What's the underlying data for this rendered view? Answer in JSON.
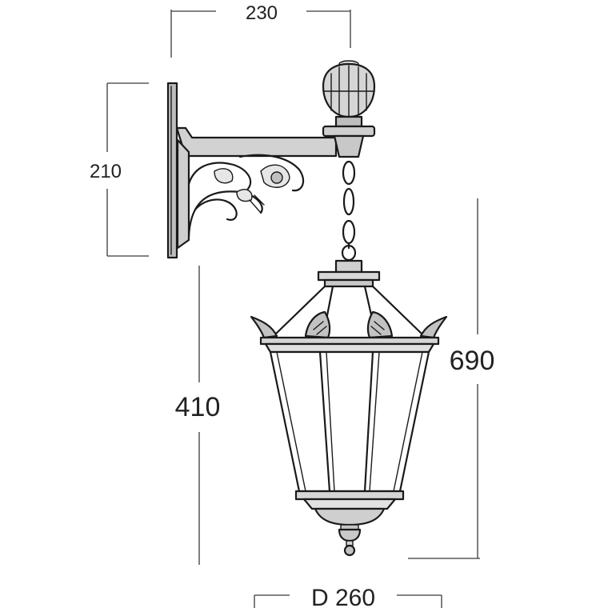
{
  "dimensions": {
    "bracket_width": "230",
    "bracket_height": "210",
    "lantern_height": "410",
    "total_height": "690",
    "diameter": "D 260"
  },
  "colors": {
    "line": "#1a1a1a",
    "metal": "#c9c9c9",
    "metal_light": "#e6e6e6",
    "glass": "#ffffff",
    "dimension_line": "#3a3a3a"
  }
}
